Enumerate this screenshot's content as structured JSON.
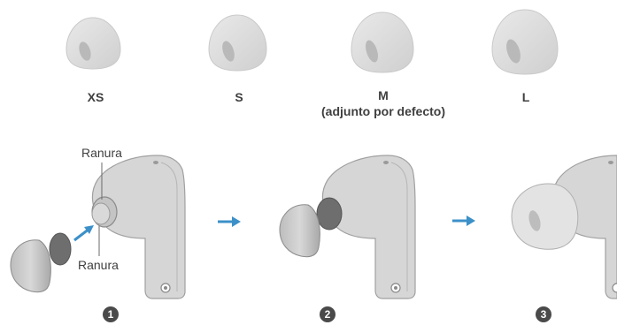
{
  "sizes": [
    {
      "label": "XS",
      "sub": ""
    },
    {
      "label": "S",
      "sub": ""
    },
    {
      "label": "M",
      "sub": "(adjunto por defecto)"
    },
    {
      "label": "L",
      "sub": ""
    }
  ],
  "callouts": {
    "top": "Ranura",
    "bottom": "Ranura"
  },
  "steps": [
    "1",
    "2",
    "3"
  ],
  "colors": {
    "arrow": "#3c90c8",
    "label": "#3f3f3f",
    "tipFill": "#dedede",
    "tipHole": "#bdbdbd",
    "earbud": "#d6d6d6",
    "earbudEdge": "#9a9a9a",
    "badge": "#4a4a4a"
  }
}
